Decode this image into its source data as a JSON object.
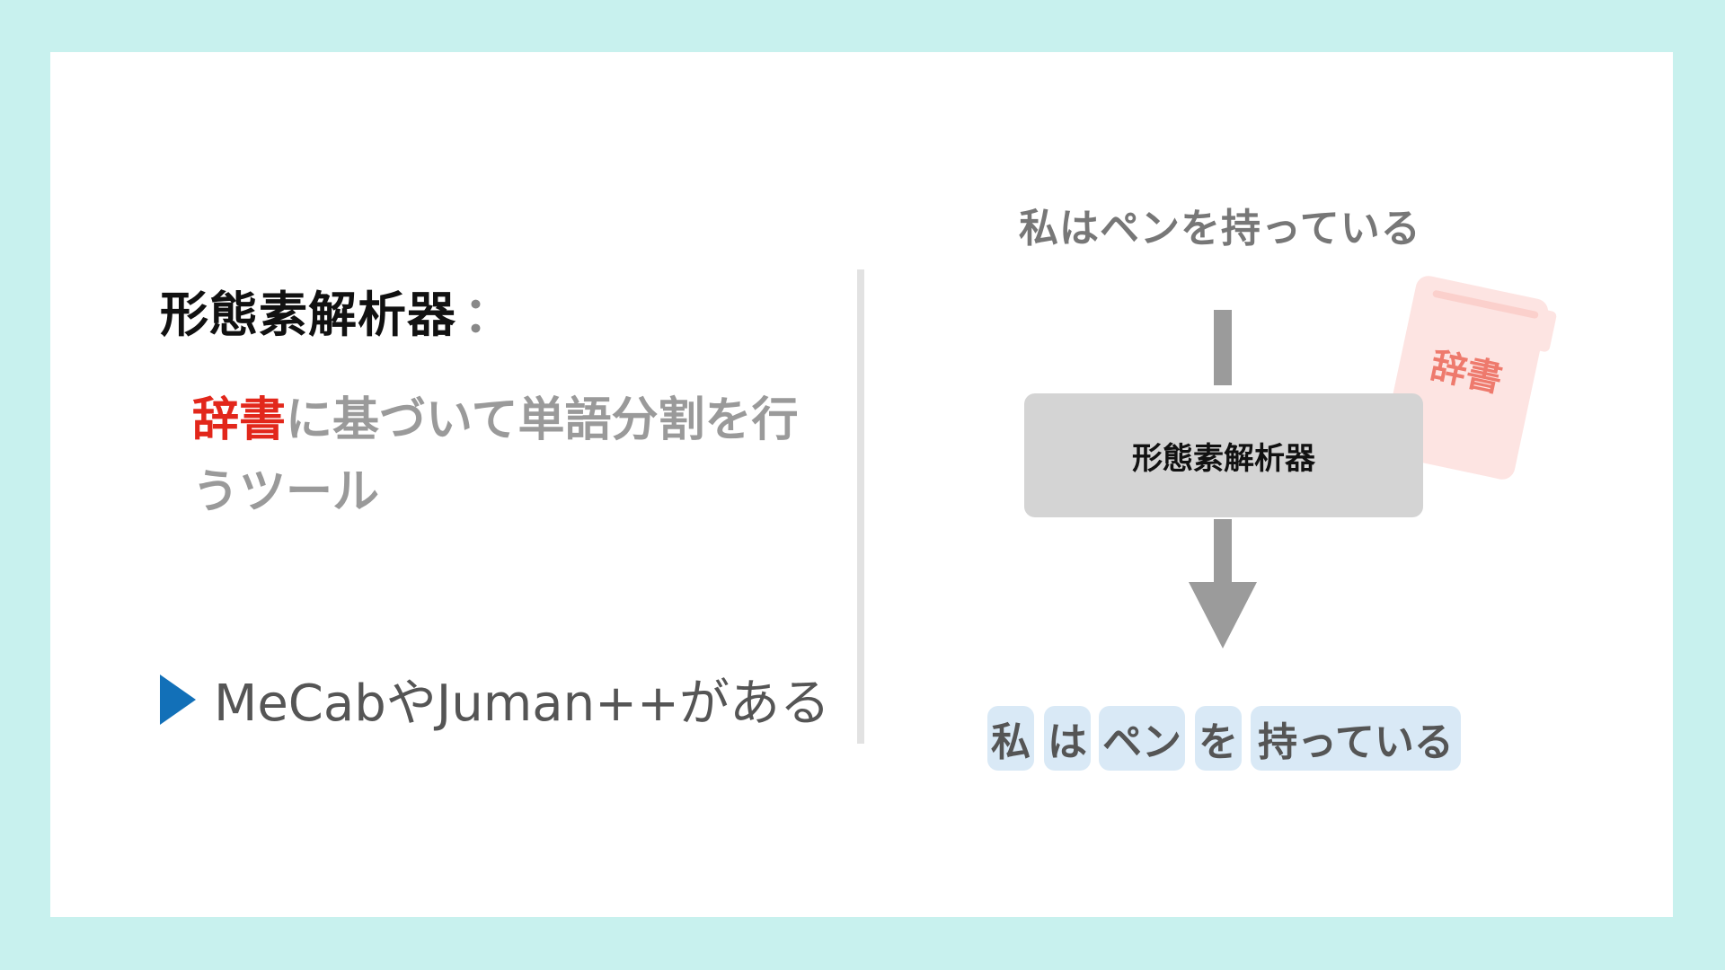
{
  "left": {
    "heading": "形態素解析器",
    "heading_colon": "：",
    "definition_highlight": "辞書",
    "definition_rest": "に基づいて単語分割を行うツール",
    "bullet_text": "MeCabやJuman++がある"
  },
  "right": {
    "input_sentence": "私はペンを持っている",
    "dictionary_label": "辞書",
    "analyzer_label": "形態素解析器",
    "tokens": [
      "私",
      "は",
      "ペン",
      "を",
      "持っている"
    ]
  },
  "colors": {
    "background": "#c8f1ee",
    "highlight": "#e2271b",
    "bullet": "#1270b8",
    "token_bg": "#d9e9f6",
    "analyzer_bg": "#d4d4d4",
    "dictionary_bg": "#fde4e2"
  }
}
